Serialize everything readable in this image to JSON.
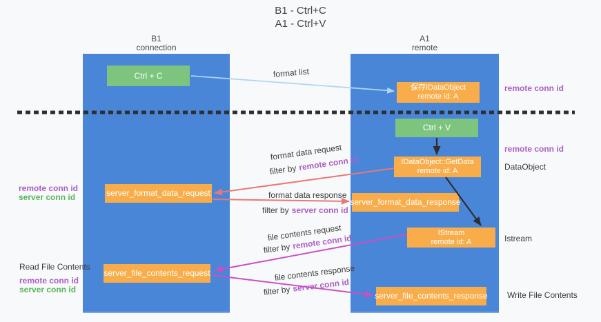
{
  "title": {
    "line1": "B1 - Ctrl+C",
    "line2": "A1 - Ctrl+V"
  },
  "columns": {
    "left": {
      "name": "B1",
      "role": "connection"
    },
    "right": {
      "name": "A1",
      "role": "remote"
    }
  },
  "boxes": {
    "ctrl_c": "Ctrl + C",
    "ctrl_v": "Ctrl + V",
    "save_idataobject": {
      "line1": "保存IDataObject",
      "line2": "remote id: A"
    },
    "getdata": {
      "line1": "IDataObject::GetData",
      "line2": "remote id: A"
    },
    "istream": {
      "line1": "IStream",
      "line2": "remote id: A"
    },
    "format_request": "server_format_data_request",
    "format_response": "server_format_data_response",
    "file_request": "server_file_contents_request",
    "file_response": "server_file_contents_response"
  },
  "labels": {
    "remote_conn_id": "remote conn id",
    "server_conn_id": "server conn id",
    "dataobject": "DataObject",
    "istream": "Istream",
    "read_file_contents": "Read File Contents",
    "write_file_contents": "Write File Contents",
    "format_list": "format list",
    "format_data_request": "format data request",
    "format_data_response": "format data response",
    "file_contents_request": "file contents request",
    "file_contents_response": "file contents response",
    "filter_by": "filter by"
  },
  "colors": {
    "lane_blue": "#4a86d8",
    "box_green": "#7dc47f",
    "box_orange": "#f8ad4a",
    "arrow_red": "#e87878",
    "arrow_magenta": "#c94fc4",
    "arrow_blue": "#aed5f2",
    "arrow_black": "#2e2e2e",
    "text_purple": "#ab5fc6",
    "text_green": "#58b55c"
  }
}
